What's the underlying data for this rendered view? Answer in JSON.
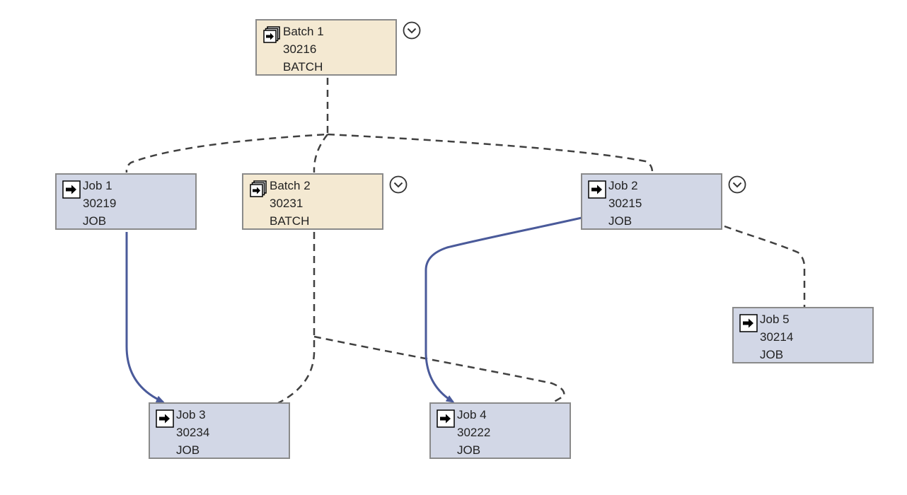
{
  "colors": {
    "batch_fill": "#f4e9d2",
    "job_fill": "#d2d7e6",
    "node_border": "#8a8a8a",
    "dependency_edge": "#4a5a9a",
    "hierarchy_edge": "#404040"
  },
  "nodes": {
    "batch1": {
      "name": "Batch 1",
      "id": "30216",
      "type": "BATCH",
      "icon": "batch-stack-icon",
      "expandable": true
    },
    "batch2": {
      "name": "Batch 2",
      "id": "30231",
      "type": "BATCH",
      "icon": "batch-stack-icon",
      "expandable": true
    },
    "job1": {
      "name": "Job 1",
      "id": "30219",
      "type": "JOB",
      "icon": "arrow-right-icon",
      "expandable": false
    },
    "job2": {
      "name": "Job 2",
      "id": "30215",
      "type": "JOB",
      "icon": "arrow-right-icon",
      "expandable": true
    },
    "job3": {
      "name": "Job 3",
      "id": "30234",
      "type": "JOB",
      "icon": "arrow-right-icon",
      "expandable": false
    },
    "job4": {
      "name": "Job 4",
      "id": "30222",
      "type": "JOB",
      "icon": "arrow-right-icon",
      "expandable": false
    },
    "job5": {
      "name": "Job 5",
      "id": "30214",
      "type": "JOB",
      "icon": "arrow-right-icon",
      "expandable": false
    }
  },
  "edges": [
    {
      "from": "batch1",
      "to": "job1",
      "kind": "hierarchy"
    },
    {
      "from": "batch1",
      "to": "batch2",
      "kind": "hierarchy"
    },
    {
      "from": "batch1",
      "to": "job2",
      "kind": "hierarchy"
    },
    {
      "from": "batch2",
      "to": "job3",
      "kind": "hierarchy"
    },
    {
      "from": "batch2",
      "to": "job4",
      "kind": "hierarchy"
    },
    {
      "from": "job2",
      "to": "job5",
      "kind": "hierarchy"
    },
    {
      "from": "job1",
      "to": "job3",
      "kind": "dependency"
    },
    {
      "from": "job2",
      "to": "job4",
      "kind": "dependency"
    }
  ]
}
